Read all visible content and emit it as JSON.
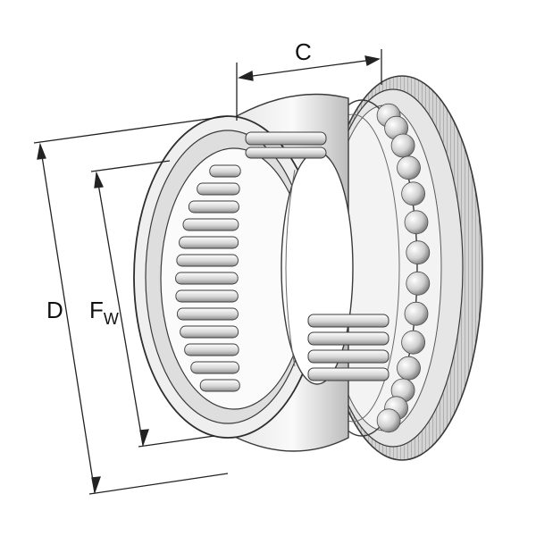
{
  "dimensions": {
    "c_label": "C",
    "d_label": "D",
    "fw_main": "F",
    "fw_sub": "W"
  },
  "colors": {
    "metal_light": "#f2f2f2",
    "metal_mid": "#cfcfcf",
    "metal_dark": "#8a8a8a",
    "line": "#3a3a3a",
    "dimension_line": "#222222"
  }
}
